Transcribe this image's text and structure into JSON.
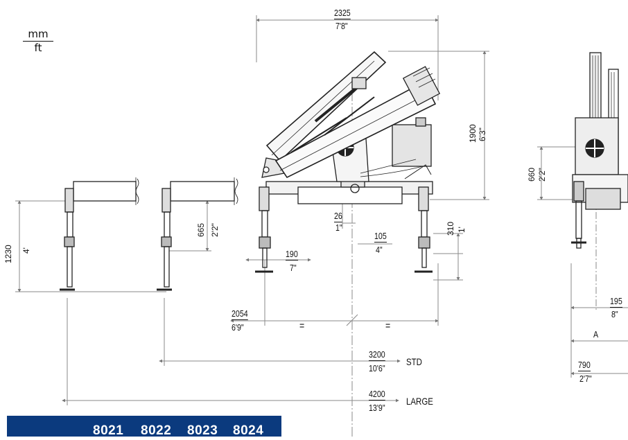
{
  "units": {
    "top": "mm",
    "bottom": "ft"
  },
  "dimensions": {
    "width_mm": "2325",
    "width_ft": "7'8\"",
    "height_mm": "1900",
    "height_ft": "6'3\"",
    "leg_mm": "1230",
    "leg_ft": "4'",
    "leg2_mm": "665",
    "leg2_ft": "2'2\"",
    "offset26_mm": "26",
    "offset26_ft": "1\"",
    "offset105_mm": "105",
    "offset105_ft": "4\"",
    "offset310_mm": "310",
    "offset310_ft": "1'",
    "foot190_mm": "190",
    "foot190_ft": "7\"",
    "span_mm": "2054",
    "span_ft": "6'9\"",
    "equal_left": "=",
    "equal_right": "=",
    "std_mm": "3200",
    "std_ft": "10'6\"",
    "std_label": "STD",
    "large_mm": "4200",
    "large_ft": "13'9\"",
    "large_label": "LARGE",
    "side660_mm": "660",
    "side660_ft": "2'2\"",
    "side195_mm": "195",
    "side195_ft": "8\"",
    "side_a": "A",
    "side790_mm": "790",
    "side790_ft": "2'7\""
  },
  "models": [
    "8021",
    "8022",
    "8023",
    "8024"
  ],
  "colors": {
    "band": "#0b3a7e",
    "line": "#111111",
    "dim": "#8a8a8a"
  }
}
